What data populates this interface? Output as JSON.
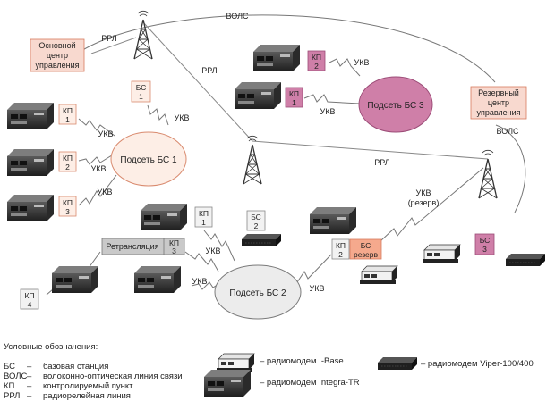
{
  "labels": {
    "vols_top": "ВОЛС",
    "vols_right": "ВОЛС",
    "rrl_1": "РРЛ",
    "rrl_2": "РРЛ",
    "rrl_3": "РРЛ",
    "ukv": "УКВ",
    "ukv_reserve_1": "УКВ",
    "ukv_reserve_2": "(резерв)"
  },
  "nodes": {
    "main_center": [
      "Основной",
      "центр",
      "управления"
    ],
    "reserve_center": [
      "Резервный",
      "центр",
      "управления"
    ],
    "bs1": [
      "БС",
      "1"
    ],
    "bs2": [
      "БС",
      "2"
    ],
    "bs3": [
      "БС",
      "3"
    ],
    "kp1_left": [
      "КП",
      "1"
    ],
    "kp2_left": [
      "КП",
      "2"
    ],
    "kp3_left": [
      "КП",
      "3"
    ],
    "kp1_sub3": [
      "КП",
      "1"
    ],
    "kp2_sub3": [
      "КП",
      "2"
    ],
    "kp1_sub2": [
      "КП",
      "1"
    ],
    "kp3_sub2": [
      "КП",
      "3"
    ],
    "kp2_sub2": [
      "КП",
      "2"
    ],
    "kp4": [
      "КП",
      "4"
    ],
    "bs_reserve": [
      "БС",
      "резерв"
    ],
    "relay": "Ретрансляция"
  },
  "subnets": {
    "sub1": "Подсеть БС 1",
    "sub2": "Подсеть БС 2",
    "sub3": "Подсеть БС 3"
  },
  "legend": {
    "title": "Условные обозначения:",
    "rows": [
      {
        "abbr": "БС",
        "text": "базовая станция"
      },
      {
        "abbr": "ВОЛС",
        "text": "волоконно-оптическая линия связи"
      },
      {
        "abbr": "КП",
        "text": "контролируемый пункт"
      },
      {
        "abbr": "РРЛ",
        "text": "радиорелейная линия"
      }
    ],
    "devices": {
      "ibase": "– радиомодем I-Base",
      "integra": "– радиомодем Integra-TR",
      "viper": "– радиомодем Viper-100/400"
    }
  },
  "colors": {
    "main_center_fill": "#f8d9cf",
    "main_center_stroke": "#d77a5e",
    "sub1_fill": "#fdeee6",
    "sub1_stroke": "#d98a6e",
    "sub3_fill": "#cf7fa8",
    "sub3_stroke": "#9c4c77",
    "sub2_fill": "#ececec",
    "sub2_stroke": "#7a7a7a",
    "relay_fill": "#c9c9c9"
  }
}
